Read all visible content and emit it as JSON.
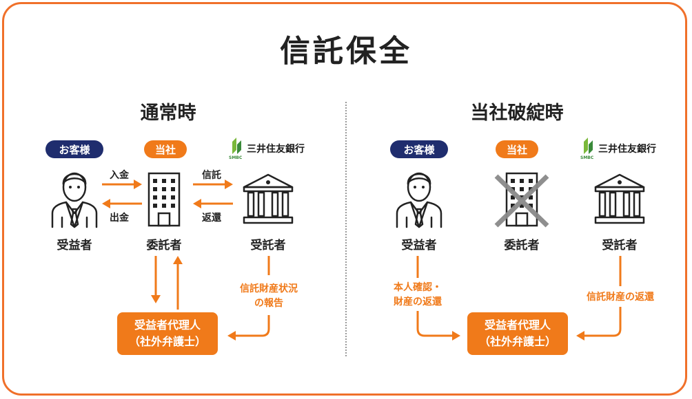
{
  "title": "信託保全",
  "left": {
    "heading": "通常時",
    "pill_customer": "お客様",
    "pill_company": "当社",
    "bank_name": "三井住友銀行",
    "bank_logo_sub": "SMBC",
    "label_beneficiary": "受益者",
    "label_settlor": "委託者",
    "label_trustee": "受託者",
    "arrow_deposit": "入金",
    "arrow_withdraw": "出金",
    "arrow_trust": "信託",
    "arrow_return": "返還",
    "note_report": [
      "信託財産状況",
      "の報告"
    ],
    "agent_box": [
      "受益者代理人",
      "（社外弁護士）"
    ]
  },
  "right": {
    "heading": "当社破綻時",
    "pill_customer": "お客様",
    "pill_company": "当社",
    "bank_name": "三井住友銀行",
    "bank_logo_sub": "SMBC",
    "label_beneficiary": "受益者",
    "label_settlor": "委託者",
    "label_trustee": "受託者",
    "note_confirm": [
      "本人確認・",
      "財産の返還"
    ],
    "note_return": "信託財産の返還",
    "agent_box": [
      "受益者代理人",
      "（社外弁護士）"
    ]
  },
  "colors": {
    "accent": "#f07a1a",
    "navy": "#1f2d6e",
    "cross": "#8a8a8a"
  }
}
